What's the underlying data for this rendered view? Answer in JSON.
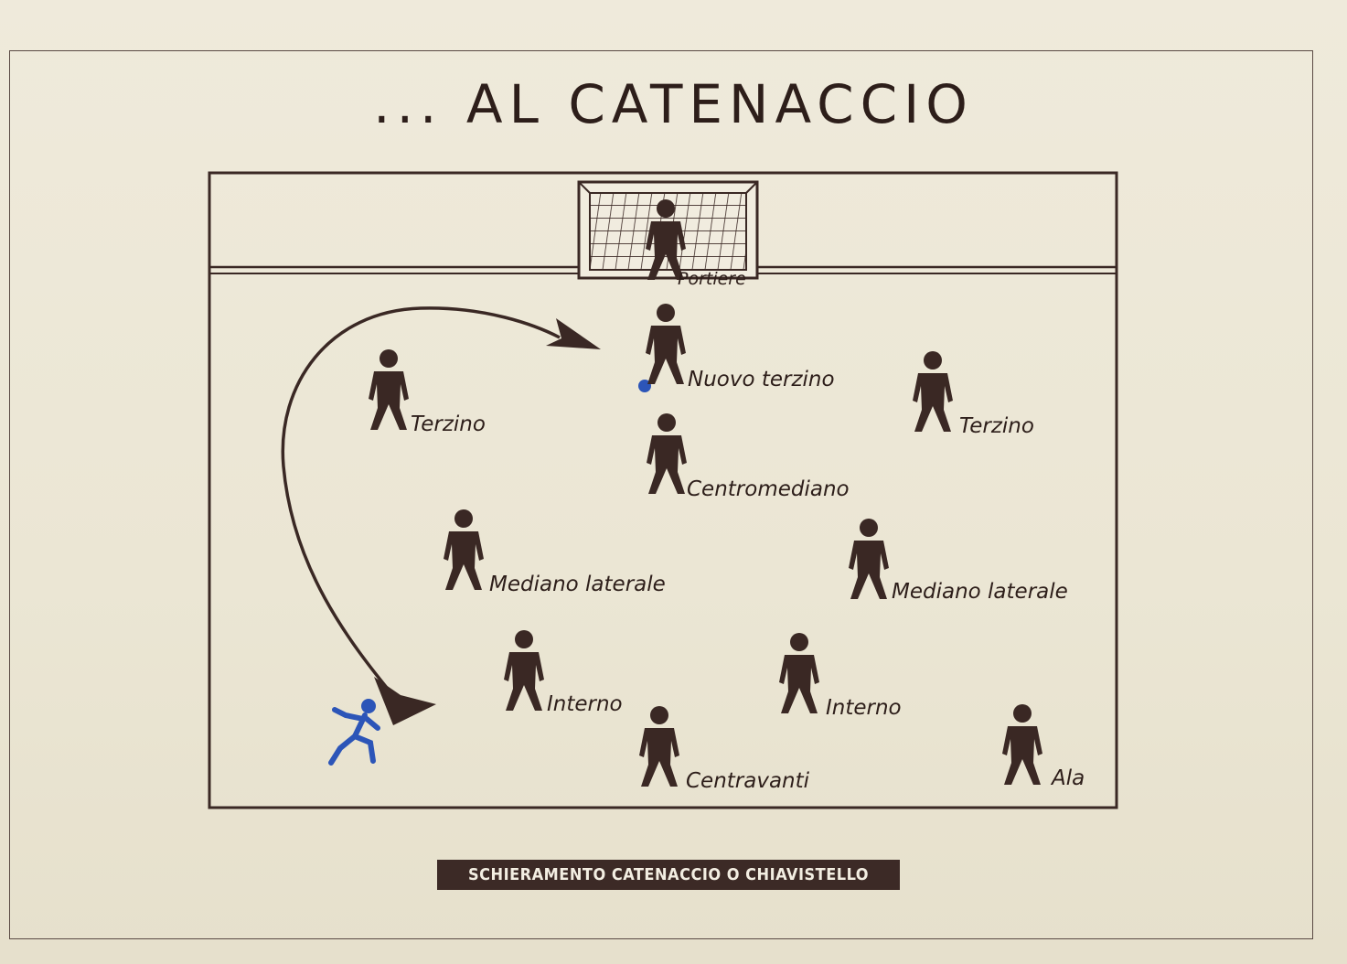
{
  "title": "... AL CATENACCIO",
  "caption": "SCHIERAMENTO CATENACCIO O CHIAVISTELLO",
  "colors": {
    "ink": "#3a2824",
    "paper": "#ece7d6",
    "accent_blue": "#2c55b8"
  },
  "players": [
    {
      "id": "portiere",
      "label": "Portiere"
    },
    {
      "id": "nuovo-terzino",
      "label": "Nuovo terzino"
    },
    {
      "id": "terzino-left",
      "label": "Terzino"
    },
    {
      "id": "terzino-right",
      "label": "Terzino"
    },
    {
      "id": "centromediano",
      "label": "Centromediano"
    },
    {
      "id": "mediano-laterale-left",
      "label": "Mediano laterale"
    },
    {
      "id": "mediano-laterale-right",
      "label": "Mediano laterale"
    },
    {
      "id": "interno-left",
      "label": "Interno"
    },
    {
      "id": "interno-right",
      "label": "Interno"
    },
    {
      "id": "centravanti",
      "label": "Centravanti"
    },
    {
      "id": "ala",
      "label": "Ala"
    }
  ]
}
